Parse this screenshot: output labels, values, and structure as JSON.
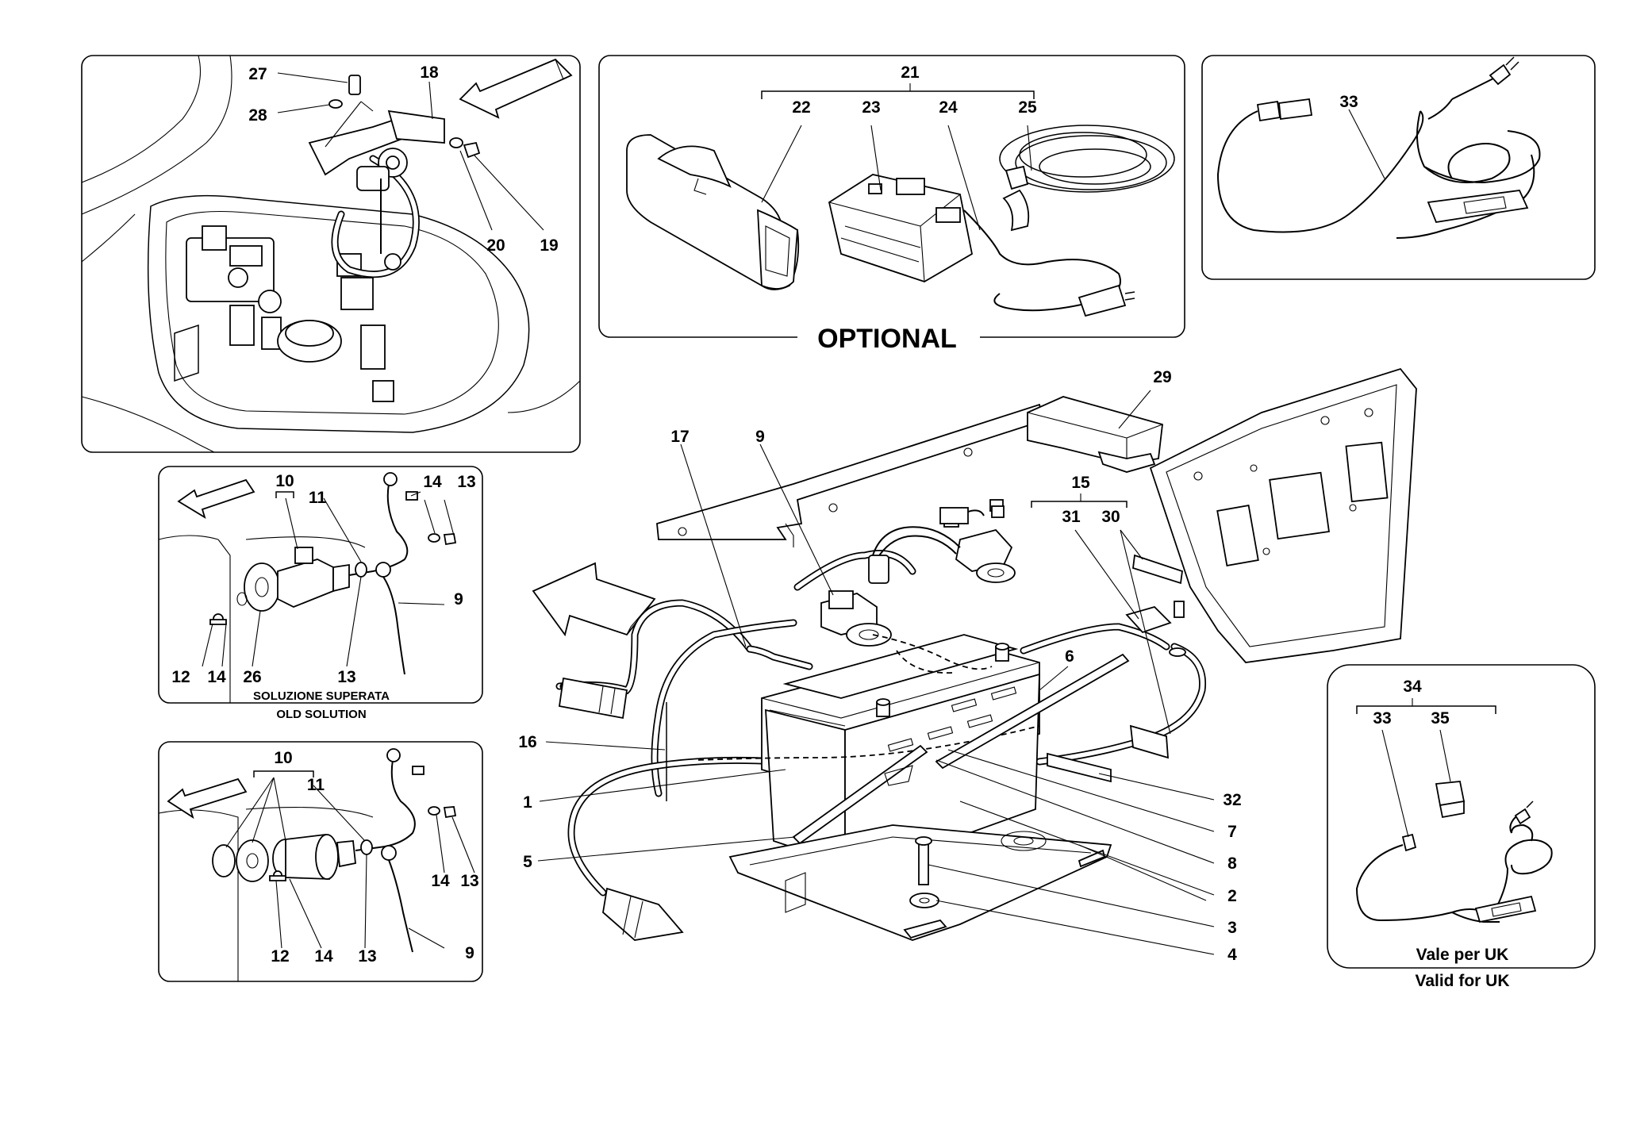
{
  "panels": {
    "top_left": {
      "callouts": [
        "27",
        "28",
        "18",
        "20",
        "19"
      ]
    },
    "optional": {
      "callouts": [
        "21",
        "22",
        "23",
        "24",
        "25"
      ],
      "caption": "OPTIONAL"
    },
    "top_right": {
      "callouts": [
        "33"
      ]
    },
    "old_solution": {
      "callouts": [
        "10",
        "11",
        "14",
        "13",
        "9",
        "12",
        "14",
        "26",
        "13"
      ],
      "caption_it": "SOLUZIONE SUPERATA",
      "caption_en": "OLD SOLUTION"
    },
    "new_solution": {
      "callouts": [
        "10",
        "11",
        "14",
        "13",
        "9",
        "12",
        "14",
        "13"
      ]
    },
    "uk": {
      "callouts": [
        "34",
        "33",
        "35"
      ],
      "caption_it": "Vale per UK",
      "caption_en": "Valid for UK"
    }
  },
  "main": {
    "callouts_left": [
      "17",
      "9",
      "16",
      "1",
      "5"
    ],
    "callouts_top": [
      "29",
      "15",
      "31",
      "30",
      "6"
    ],
    "callouts_right": [
      "32",
      "7",
      "8",
      "2",
      "3",
      "4"
    ]
  },
  "colors": {
    "line": "#000000",
    "background": "#ffffff"
  }
}
